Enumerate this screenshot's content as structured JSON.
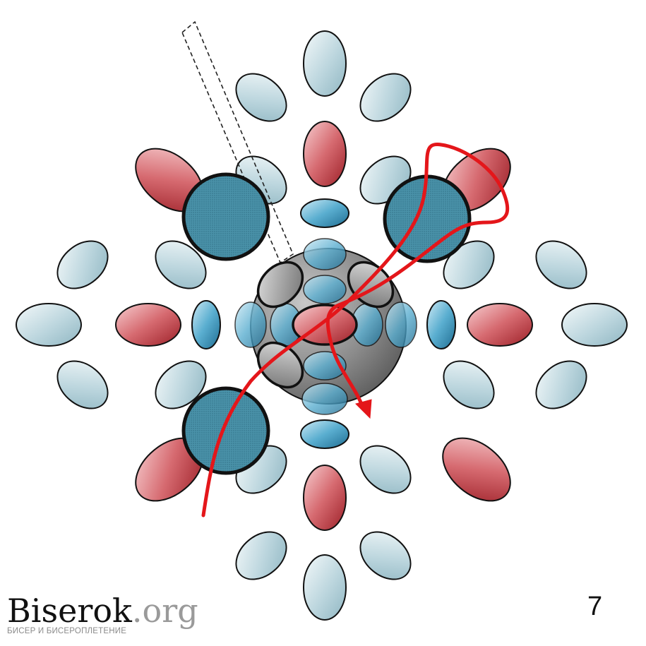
{
  "diagram": {
    "step_number": "7",
    "watermark": {
      "name": "Biserok",
      "tld": ".org",
      "tagline": "БИСЕР И БИСЕРОПЛЕТЕНИЕ"
    },
    "colors": {
      "light_bead": "#bcd6de",
      "red_bead": "#c2454d",
      "blue_bead": "#3a93b9",
      "big_bead": "#3f8aa3",
      "gray_bead": "#9c9c9c",
      "thread": "#e4161a",
      "outline": "#111111"
    },
    "icons": {
      "thread_arrow": "arrow-down-icon"
    }
  }
}
